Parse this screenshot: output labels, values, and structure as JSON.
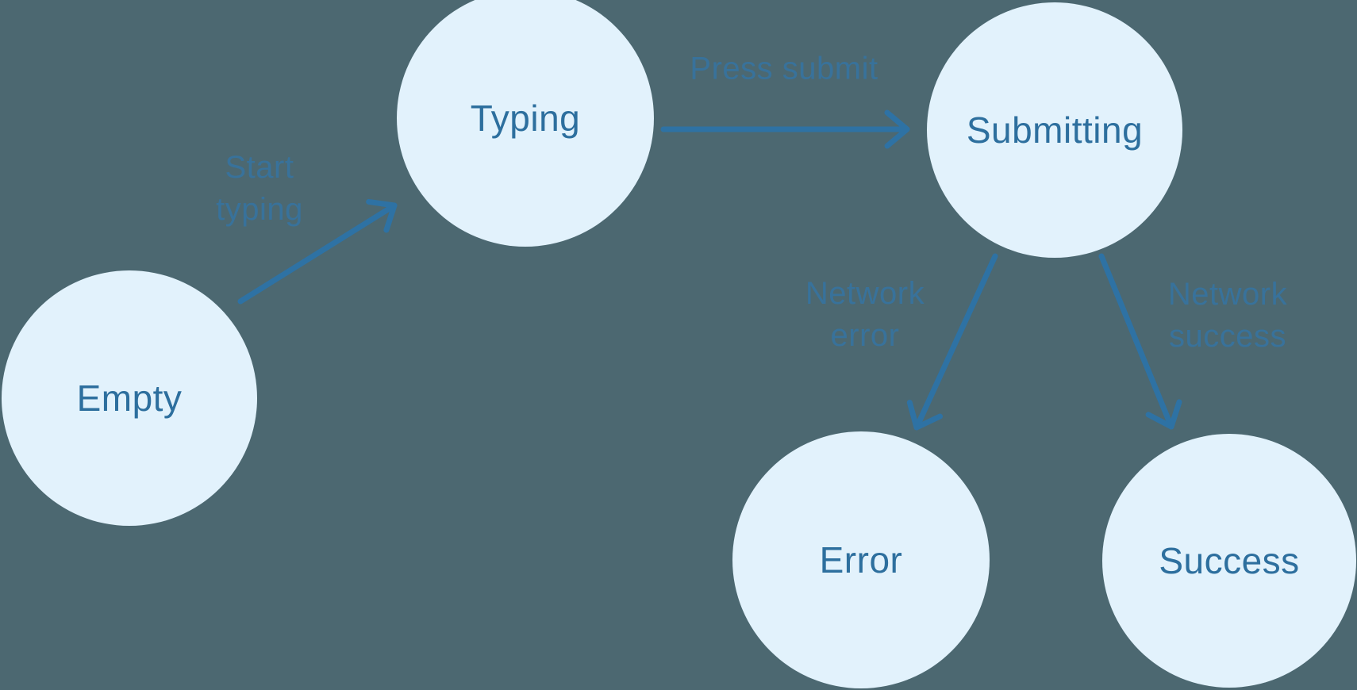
{
  "diagram": {
    "kind": "state-machine",
    "background_color": "#4C6871",
    "node_fill_color": "#E2F2FC",
    "node_text_color": "#2D6F9E",
    "arrow_color": "#2E72A4",
    "edge_label_color": "#37739F"
  },
  "nodes": [
    {
      "label": "Empty"
    },
    {
      "label": "Typing"
    },
    {
      "label": "Submitting"
    },
    {
      "label": "Error"
    },
    {
      "label": "Success"
    }
  ],
  "transitions": [
    {
      "from": "Empty",
      "to": "Typing",
      "label": "Start typing",
      "label_lines": [
        "Start",
        "typing"
      ]
    },
    {
      "from": "Typing",
      "to": "Submitting",
      "label": "Press submit",
      "label_lines": [
        "Press submit"
      ]
    },
    {
      "from": "Submitting",
      "to": "Error",
      "label": "Network error",
      "label_lines": [
        "Network",
        "error"
      ]
    },
    {
      "from": "Submitting",
      "to": "Success",
      "label": "Network success",
      "label_lines": [
        "Network",
        "success"
      ]
    }
  ]
}
